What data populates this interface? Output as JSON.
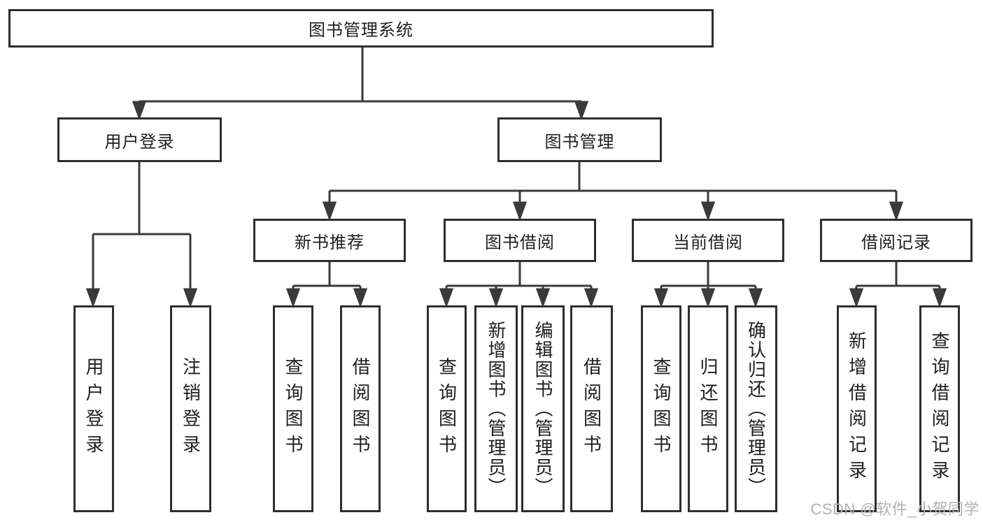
{
  "tree": {
    "label": "图书管理系统",
    "children": [
      {
        "label": "用户登录",
        "children": [
          {
            "label": "用户登录"
          },
          {
            "label": "注销登录"
          }
        ]
      },
      {
        "label": "图书管理",
        "children": [
          {
            "label": "新书推荐",
            "children": [
              {
                "label": "查询图书"
              },
              {
                "label": "借阅图书"
              }
            ]
          },
          {
            "label": "图书借阅",
            "children": [
              {
                "label": "查询图书"
              },
              {
                "label": "新增图书（管理员）"
              },
              {
                "label": "编辑图书（管理员）"
              },
              {
                "label": "借阅图书"
              }
            ]
          },
          {
            "label": "当前借阅",
            "children": [
              {
                "label": "查询图书"
              },
              {
                "label": "归还图书"
              },
              {
                "label": "确认归还（管理员）"
              }
            ]
          },
          {
            "label": "借阅记录",
            "children": [
              {
                "label": "新增借阅记录"
              },
              {
                "label": "查询借阅记录"
              }
            ]
          }
        ]
      }
    ]
  },
  "watermark": {
    "text": "CSDN @软件_小贺同学"
  },
  "colors": {
    "background": "#ffffff",
    "box_border": "#2e2e2e",
    "connector": "#3a3a3a",
    "text": "#1e1e1e",
    "watermark_text": "#b2b2b2"
  }
}
